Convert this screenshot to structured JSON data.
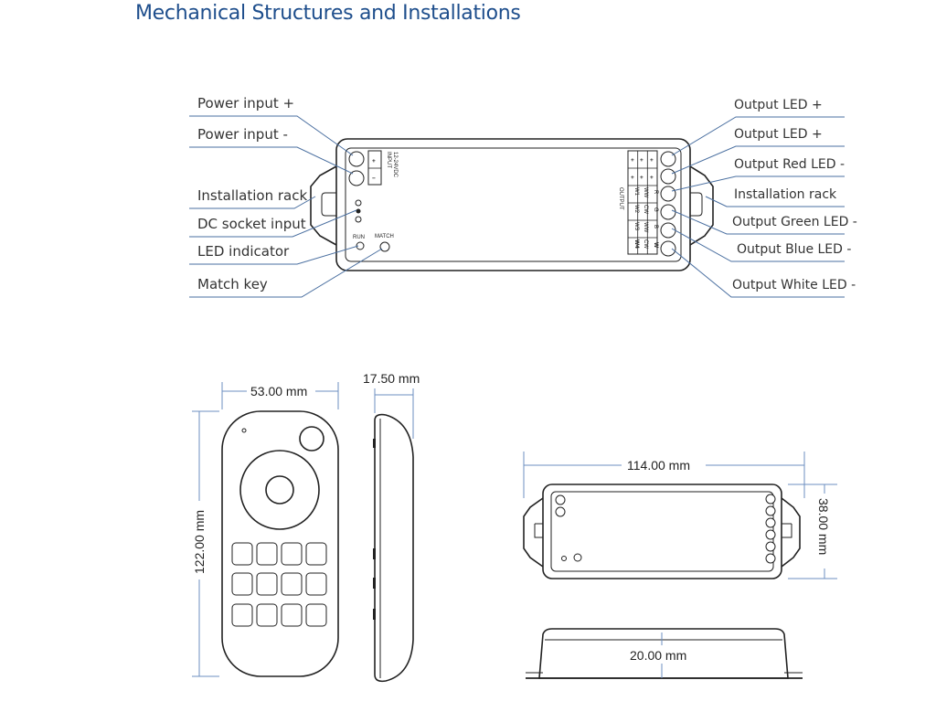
{
  "title": "Mechanical Structures and Installations",
  "labels_left": [
    "Power input +",
    "Power input -",
    "Installation rack",
    "DC socket input",
    "LED indicator",
    "Match key"
  ],
  "labels_right": [
    "Output LED +",
    "Output LED +",
    "Output Red LED -",
    "Installation rack",
    "Output Green LED -",
    "Output Blue LED -",
    "Output White LED -"
  ],
  "device": {
    "input_label": "INPUT",
    "input_voltage": "12-24VDC",
    "plus": "+",
    "minus": "−",
    "run": "RUN",
    "match": "MATCH",
    "output_label": "OUTPUT",
    "output_table": [
      [
        "+",
        "+",
        "+"
      ],
      [
        "+",
        "+",
        "+"
      ],
      [
        "W1",
        "WW",
        "R"
      ],
      [
        "W2",
        "CW",
        "G"
      ],
      [
        "W3",
        "WW",
        "B"
      ],
      [
        "W4",
        "CW",
        "W"
      ]
    ]
  },
  "dimensions": {
    "remote_width": "53.00 mm",
    "remote_height": "122.00 mm",
    "remote_depth": "17.50 mm",
    "device_length": "114.00 mm",
    "device_width": "38.00 mm",
    "device_height": "20.00 mm"
  }
}
